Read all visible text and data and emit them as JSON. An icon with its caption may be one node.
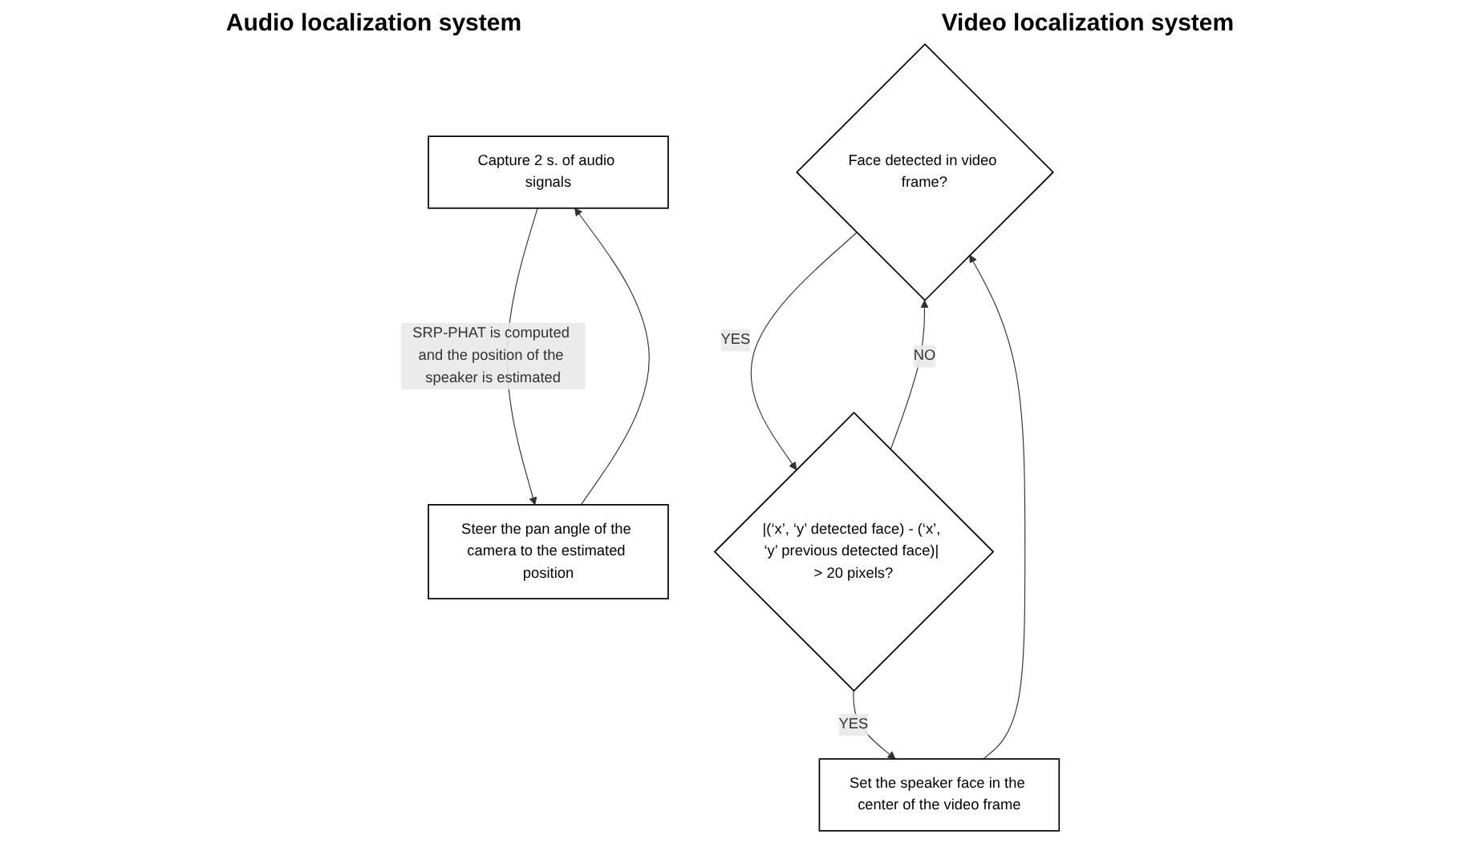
{
  "diagram": {
    "nodes": [
      {
        "text": [
          "Capture 2 s. of audio signals"
        ]
      },
      {
        "text": [
          "Steer the pan angle of the camera to the estimated position"
        ]
      },
      {
        "text": [
          "Face detected in video frame?"
        ]
      },
      {
        "text": [
          "|(‘x’, ‘y’ detected face) - (‘x’, ‘y’ previous detected face)| > 20 pixels?"
        ]
      },
      {
        "text": [
          "Set the speaker face in the center of the video frame"
        ]
      }
    ],
    "edges": [
      {
        "from": 0,
        "to": 1,
        "arrow": "to",
        "label": "SRP-PHAT is computed and the position of the speaker is estimated"
      },
      {
        "from": 1,
        "to": 0,
        "arrow": "to"
      },
      {
        "from": 2,
        "to": 3,
        "arrow": "to",
        "label": "YES"
      },
      {
        "from": 3,
        "to": 4,
        "arrow": "to",
        "label": "YES"
      },
      {
        "from": 4,
        "to": 2,
        "arrow": "to"
      },
      {
        "from": 3,
        "to": 2,
        "arrow": "to",
        "label": "NO"
      }
    ],
    "labels": [
      "Audio localization system",
      "Video localization system"
    ]
  }
}
